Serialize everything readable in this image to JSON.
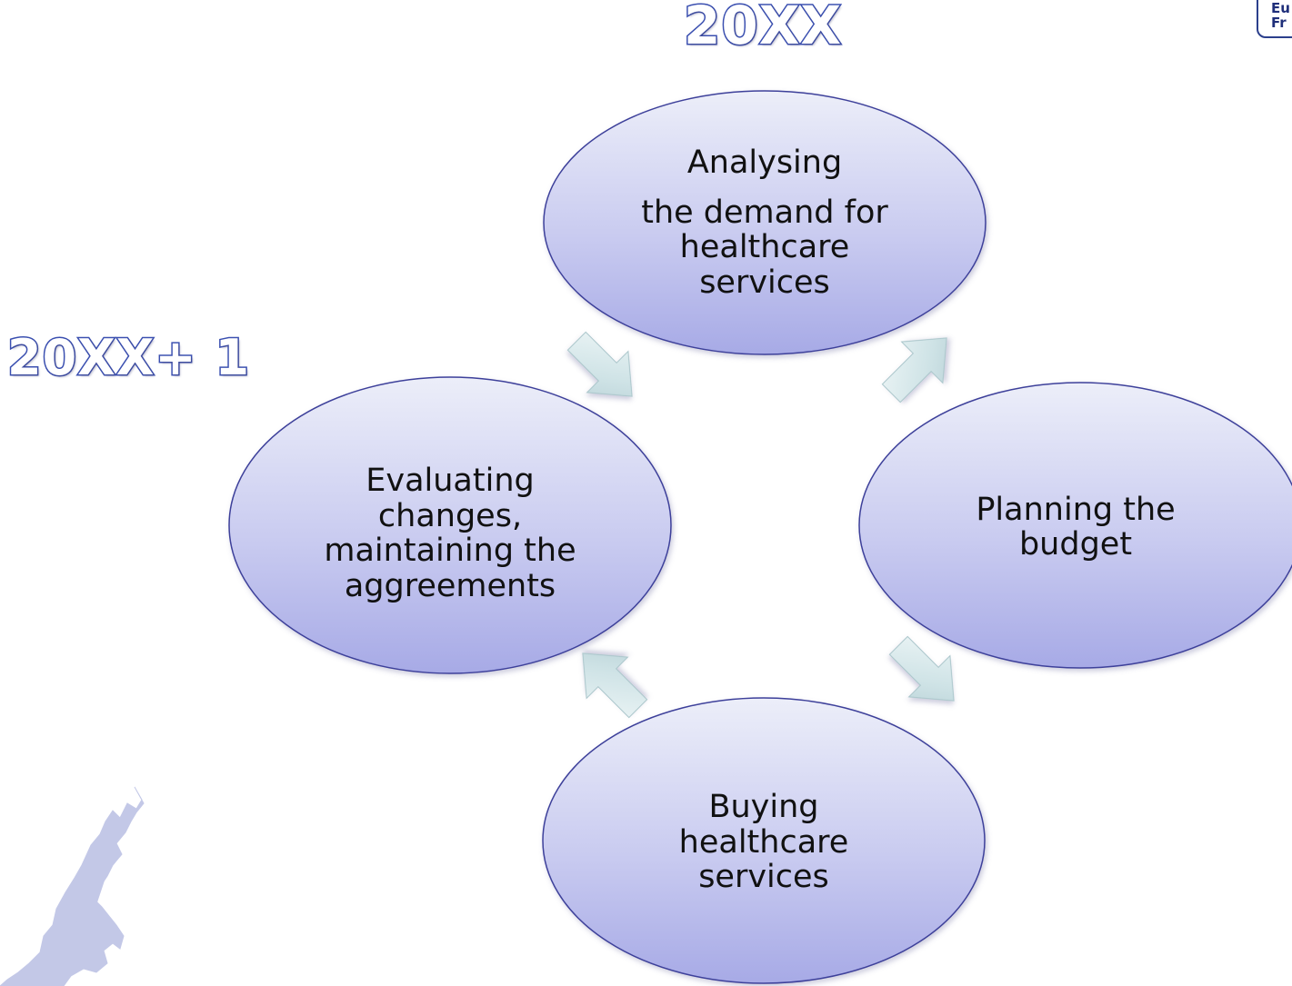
{
  "headings": {
    "year_top": "20XX",
    "year_left": "20XX+ 1"
  },
  "cycle": {
    "analysing": {
      "line1": "Analysing",
      "line2": "the demand for",
      "line3": "healthcare",
      "line4": "services"
    },
    "planning": {
      "line1": "Planning the",
      "line2": "budget"
    },
    "buying": {
      "line1": "Buying",
      "line2": "healthcare",
      "line3": "services"
    },
    "evaluating": {
      "line1": "Evaluating",
      "line2": "changes,",
      "line3": "maintaining the",
      "line4": "aggreements"
    }
  },
  "corner_badge": {
    "line1": "Eu",
    "line2": "Fr"
  },
  "colors": {
    "ellipse_top": "#eceef9",
    "ellipse_bottom": "#a7aae6",
    "ellipse_stroke": "#3c3f9a",
    "arrow_fill": "#cfe3e6",
    "map_fill": "#c3c8e7",
    "heading_stroke": "#3a4fb0"
  }
}
